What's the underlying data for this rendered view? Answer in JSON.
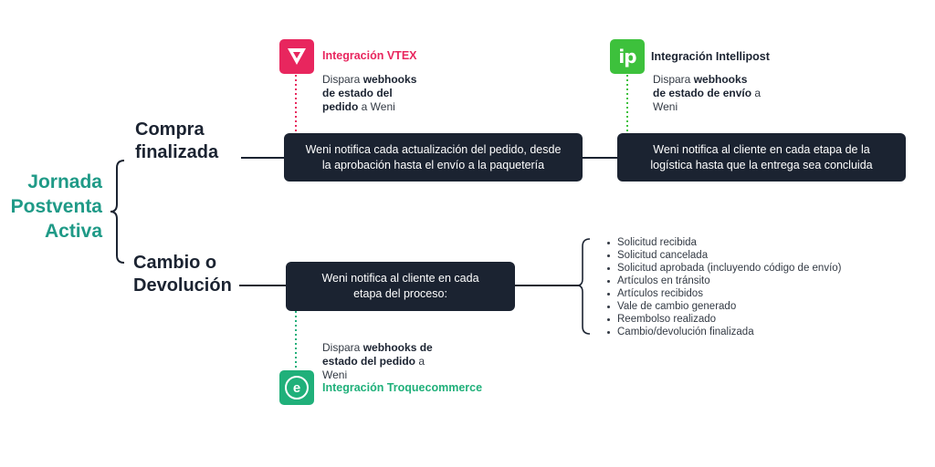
{
  "root": {
    "title_lines": [
      "Jornada",
      "Postventa",
      "Activa"
    ]
  },
  "branches": [
    {
      "label_lines": [
        "Compra",
        "finalizada"
      ],
      "nodes": [
        {
          "text_lines": [
            "Weni notifica cada actualización del pedido, desde",
            "la aprobación hasta el envío a la paquetería"
          ]
        },
        {
          "text_lines": [
            "Weni notifica al cliente en cada etapa de la",
            "logística hasta que la entrega sea concluida"
          ]
        }
      ]
    },
    {
      "label_lines": [
        "Cambio o",
        "Devolución"
      ],
      "nodes": [
        {
          "text_lines": [
            "Weni notifica al cliente en cada",
            "etapa del proceso:"
          ]
        }
      ]
    }
  ],
  "integrations": {
    "vtex": {
      "title": "Integración VTEX",
      "desc_prefix": "Dispara ",
      "desc_bold": "webhooks de estado del pedido",
      "desc_suffix": " a Weni",
      "color": "#e8265e"
    },
    "intellipost": {
      "title": "Integración Intellipost",
      "logo_text": "ip",
      "desc_prefix": "Dispara ",
      "desc_bold": "webhooks de estado de envío",
      "desc_suffix": " a Weni",
      "color": "#3dc13c"
    },
    "troquecommerce": {
      "title": "Integración Troquecommerce",
      "logo_text": "e",
      "desc_prefix": "Dispara ",
      "desc_bold": "webhooks de estado del pedido",
      "desc_suffix": " a Weni",
      "color": "#20b07a"
    }
  },
  "return_steps": [
    "Solicitud recibida",
    "Solicitud cancelada",
    "Solicitud aprobada (incluyendo código de envío)",
    "Artículos en tránsito",
    "Artículos recibidos",
    "Vale de cambio generado",
    "Reembolso realizado",
    "Cambio/devolución finalizada"
  ],
  "colors": {
    "node_bg": "#1b2331",
    "root_title": "#1f9a87",
    "vtex_accent": "#e8265e",
    "intellipost_accent": "#3dc13c",
    "troque_accent": "#20b07a"
  }
}
